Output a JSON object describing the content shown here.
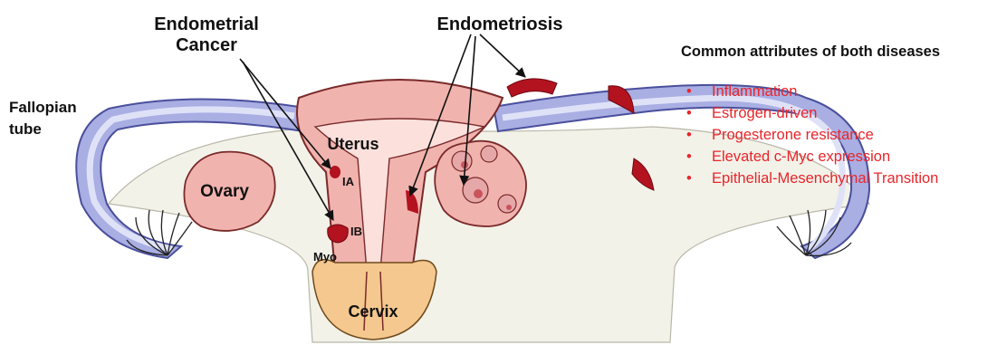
{
  "labels": {
    "endometrial_cancer_line1": "Endometrial",
    "endometrial_cancer_line2": "Cancer",
    "endometriosis": "Endometriosis",
    "fallopian_tube_line1": "Fallopian",
    "fallopian_tube_line2": "tube",
    "uterus": "Uterus",
    "ovary": "Ovary",
    "stage_ia": "IA",
    "stage_ib": "IB",
    "myo": "Myo",
    "cervix": "Cervix"
  },
  "attributes_panel": {
    "title": "Common attributes of both diseases",
    "bullet_glyph": "•",
    "items": [
      "Inflammation",
      "Estrogen-driven",
      "Progesterone resistance",
      "Elevated c-Myc expression",
      "Epithelial-Mesenchymal Transition"
    ]
  },
  "colors": {
    "attribute_text": "#e8252a",
    "tube_outer": "#9aa0dc",
    "tube_inner": "#dcdff5",
    "tissue": "#f1b3ae",
    "lesion": "#b3121f",
    "cervix": "#f4c88e"
  }
}
